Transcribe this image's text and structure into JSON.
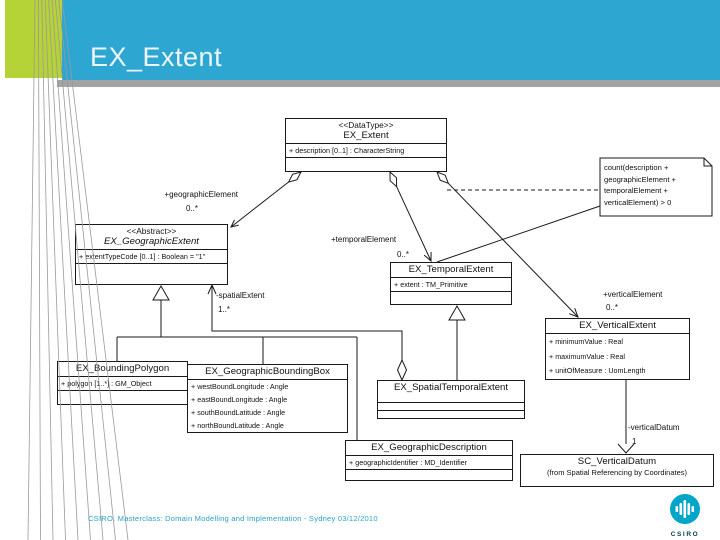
{
  "slide": {
    "title": "EX_Extent",
    "footer": "CSIRO.  Masterclass: Domain Modelling and Implementation - Sydney 03/12/2010",
    "logo_text": "CSIRO"
  },
  "colors": {
    "header_blue": "#2da6d2",
    "accent_green": "#b5d337",
    "strip_gray": "#a3a3a3",
    "footer_teal": "#2ba2c6",
    "logo_teal": "#00a5c8",
    "diagram_line": "#1a1a1a"
  },
  "diagram": {
    "note": {
      "text": "count(description + geographicElement + temporalElement + verticalElement) > 0"
    },
    "classes": {
      "ex_extent": {
        "stereotype": "<<DataType>>",
        "name": "EX_Extent",
        "attributes": [
          "+ description [0..1] : CharacterString"
        ]
      },
      "ex_geographic_extent": {
        "stereotype": "<<Abstract>>",
        "name": "EX_GeographicExtent",
        "attributes": [
          "+ extentTypeCode [0..1] : Boolean = \"1\""
        ]
      },
      "ex_temporal_extent": {
        "name": "EX_TemporalExtent",
        "attributes": [
          "+ extent : TM_Primitive"
        ]
      },
      "ex_vertical_extent": {
        "name": "EX_VerticalExtent",
        "attributes": [
          "+ minimumValue : Real",
          "+ maximumValue : Real",
          "+ unitOfMeasure : UomLength"
        ]
      },
      "ex_bounding_polygon": {
        "name": "EX_BoundingPolygon",
        "attributes": [
          "+ polygon [1..*] : GM_Object"
        ]
      },
      "ex_geographic_bounding_box": {
        "name": "EX_GeographicBoundingBox",
        "attributes": [
          "+ westBoundLongitude : Angle",
          "+ eastBoundLongitude : Angle",
          "+ southBoundLatitude : Angle",
          "+ northBoundLatitude : Angle"
        ]
      },
      "ex_spatial_temporal_extent": {
        "name": "EX_SpatialTemporalExtent"
      },
      "ex_geographic_description": {
        "name": "EX_GeographicDescription",
        "attributes": [
          "+ geographicIdentifier : MD_Identifier"
        ]
      },
      "sc_vertical_datum": {
        "name": "SC_VerticalDatum",
        "subtitle": "(from Spatial Referencing by Coordinates)"
      }
    },
    "roles": {
      "geographic_element": {
        "name": "+geographicElement",
        "multiplicity": "0..*"
      },
      "temporal_element": {
        "name": "+temporalElement",
        "multiplicity": "0..*"
      },
      "vertical_element": {
        "name": "+verticalElement",
        "multiplicity": "0..*"
      },
      "spatial_extent": {
        "name": "-spatialExtent",
        "multiplicity": "1..*"
      },
      "vertical_datum": {
        "name": "-verticalDatum",
        "multiplicity": "1"
      }
    }
  }
}
